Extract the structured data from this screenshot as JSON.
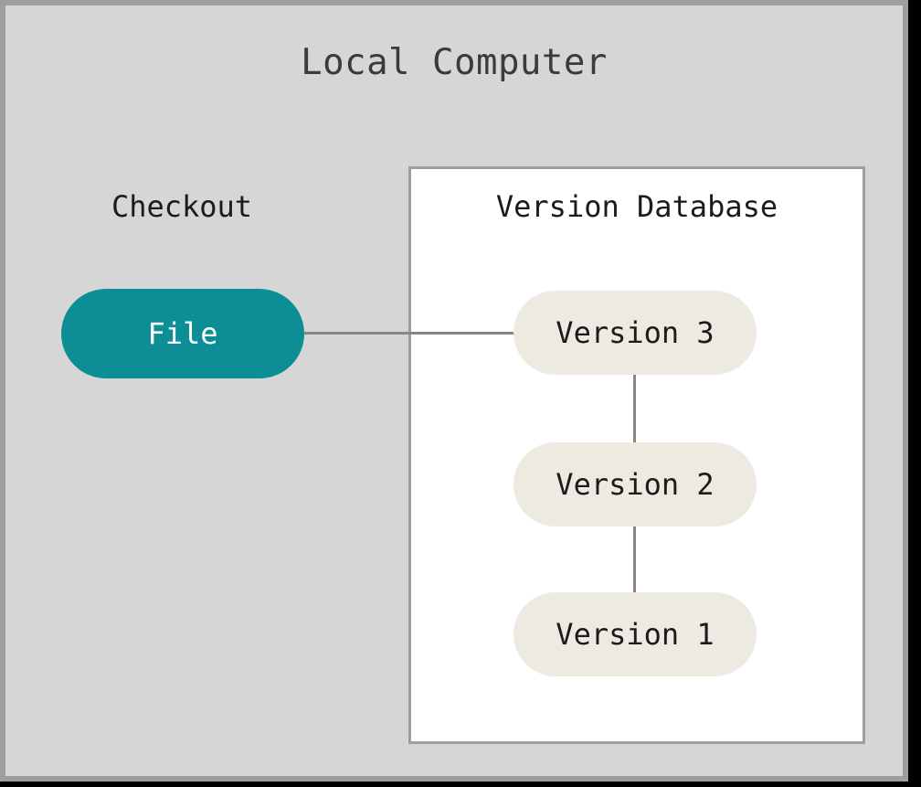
{
  "diagram": {
    "title": "Local Computer",
    "background_color": "#d6d6d6",
    "frame_border_color": "#9e9e9e",
    "clusters": {
      "checkout": {
        "label": "Checkout"
      },
      "version_database": {
        "label": "Version Database",
        "background_color": "#ffffff",
        "border_color": "#9e9e9e"
      }
    },
    "nodes": {
      "file": {
        "label": "File",
        "fill_color": "#0d8e96",
        "text_color": "#ffffff"
      },
      "version_3": {
        "label": "Version 3",
        "fill_color": "#eceae1",
        "text_color": "#1b1b1b"
      },
      "version_2": {
        "label": "Version 2",
        "fill_color": "#eceae1",
        "text_color": "#1b1b1b"
      },
      "version_1": {
        "label": "Version 1",
        "fill_color": "#eceae1",
        "text_color": "#1b1b1b"
      }
    },
    "edges": {
      "edge_color": "#8b857e"
    }
  }
}
